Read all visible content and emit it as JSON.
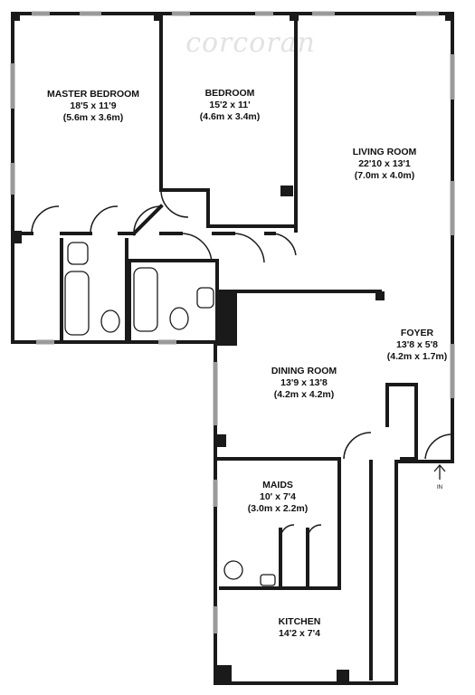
{
  "watermark": "corcoran",
  "rooms": [
    {
      "name": "MASTER BEDROOM",
      "imperial": "18'5 x 11'9",
      "metric": "(5.6m x 3.6m)"
    },
    {
      "name": "BEDROOM",
      "imperial": "15'2 x 11'",
      "metric": "(4.6m x 3.4m)"
    },
    {
      "name": "LIVING ROOM",
      "imperial": "22'10 x 13'1",
      "metric": "(7.0m x 4.0m)"
    },
    {
      "name": "FOYER",
      "imperial": "13'8 x 5'8",
      "metric": "(4.2m x 1.7m)"
    },
    {
      "name": "DINING ROOM",
      "imperial": "13'9 x 13'8",
      "metric": "(4.2m x 4.2m)"
    },
    {
      "name": "MAIDS",
      "imperial": "10' x 7'4",
      "metric": "(3.0m x 2.2m)"
    },
    {
      "name": "KITCHEN",
      "imperial": "14'2 x 7'4",
      "metric": "",
      "name_only_extra": ""
    }
  ],
  "entry_marker": "IN",
  "colors": {
    "wall": "#1a1a1a",
    "window": "#9a9a9a",
    "watermark": "#e2e2e2"
  }
}
